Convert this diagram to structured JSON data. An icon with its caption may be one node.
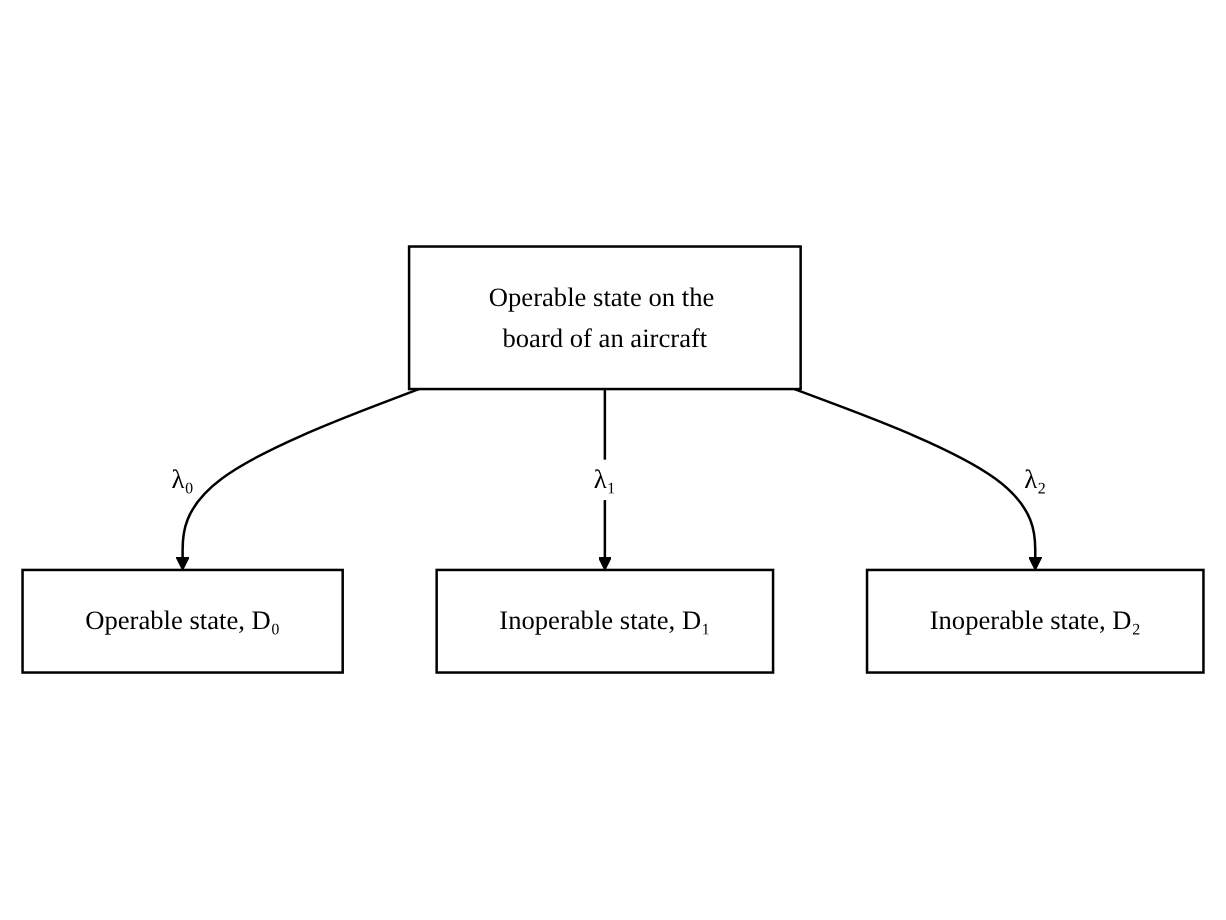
{
  "diagram": {
    "nodes": [
      {
        "text": [
          "Operable state on the board of an aircraft"
        ]
      },
      {
        "text": [
          "Operable state, D₀"
        ]
      },
      {
        "text": [
          "Inoperable state, D₁"
        ]
      },
      {
        "text": [
          "Inoperable state, D₂"
        ]
      }
    ],
    "edges": [
      {
        "from": 0,
        "to": 1,
        "arrow": "to",
        "label": "λ₀"
      },
      {
        "from": 0,
        "to": 2,
        "arrow": "to",
        "label": "λ₁"
      },
      {
        "from": 0,
        "to": 3,
        "arrow": "to",
        "label": "λ₂"
      }
    ]
  }
}
